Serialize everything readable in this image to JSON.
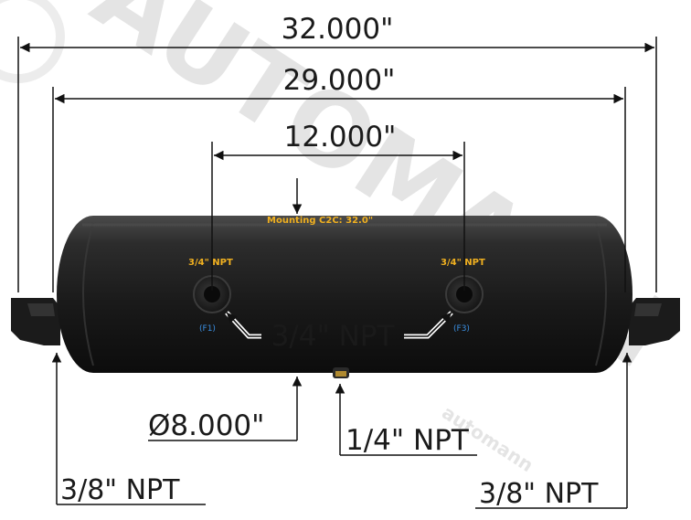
{
  "dimensions": {
    "overall_length": "32.000\"",
    "mounting_length": "29.000\"",
    "port_spacing": "12.000\"",
    "diameter": "Ø8.000\"",
    "drain_port": "1/4\" NPT",
    "end_port_left": "3/8\" NPT",
    "end_port_right": "3/8\" NPT",
    "side_ports": "3/4\" NPT"
  },
  "tank": {
    "mounting_label": "Mounting C2C: 32.0\"",
    "port_left_label": "3/4\" NPT",
    "port_right_label": "3/4\" NPT",
    "port_left_tag": "(F1)",
    "port_right_tag": "(F3)"
  },
  "watermark": {
    "brand": "AUTOMANN",
    "sub": "automann"
  },
  "colors": {
    "tank_body": "#1f1f1f",
    "label_text": "#f0b020",
    "port_tag": "#3a8ee0",
    "watermark": "#e4e4e4"
  }
}
